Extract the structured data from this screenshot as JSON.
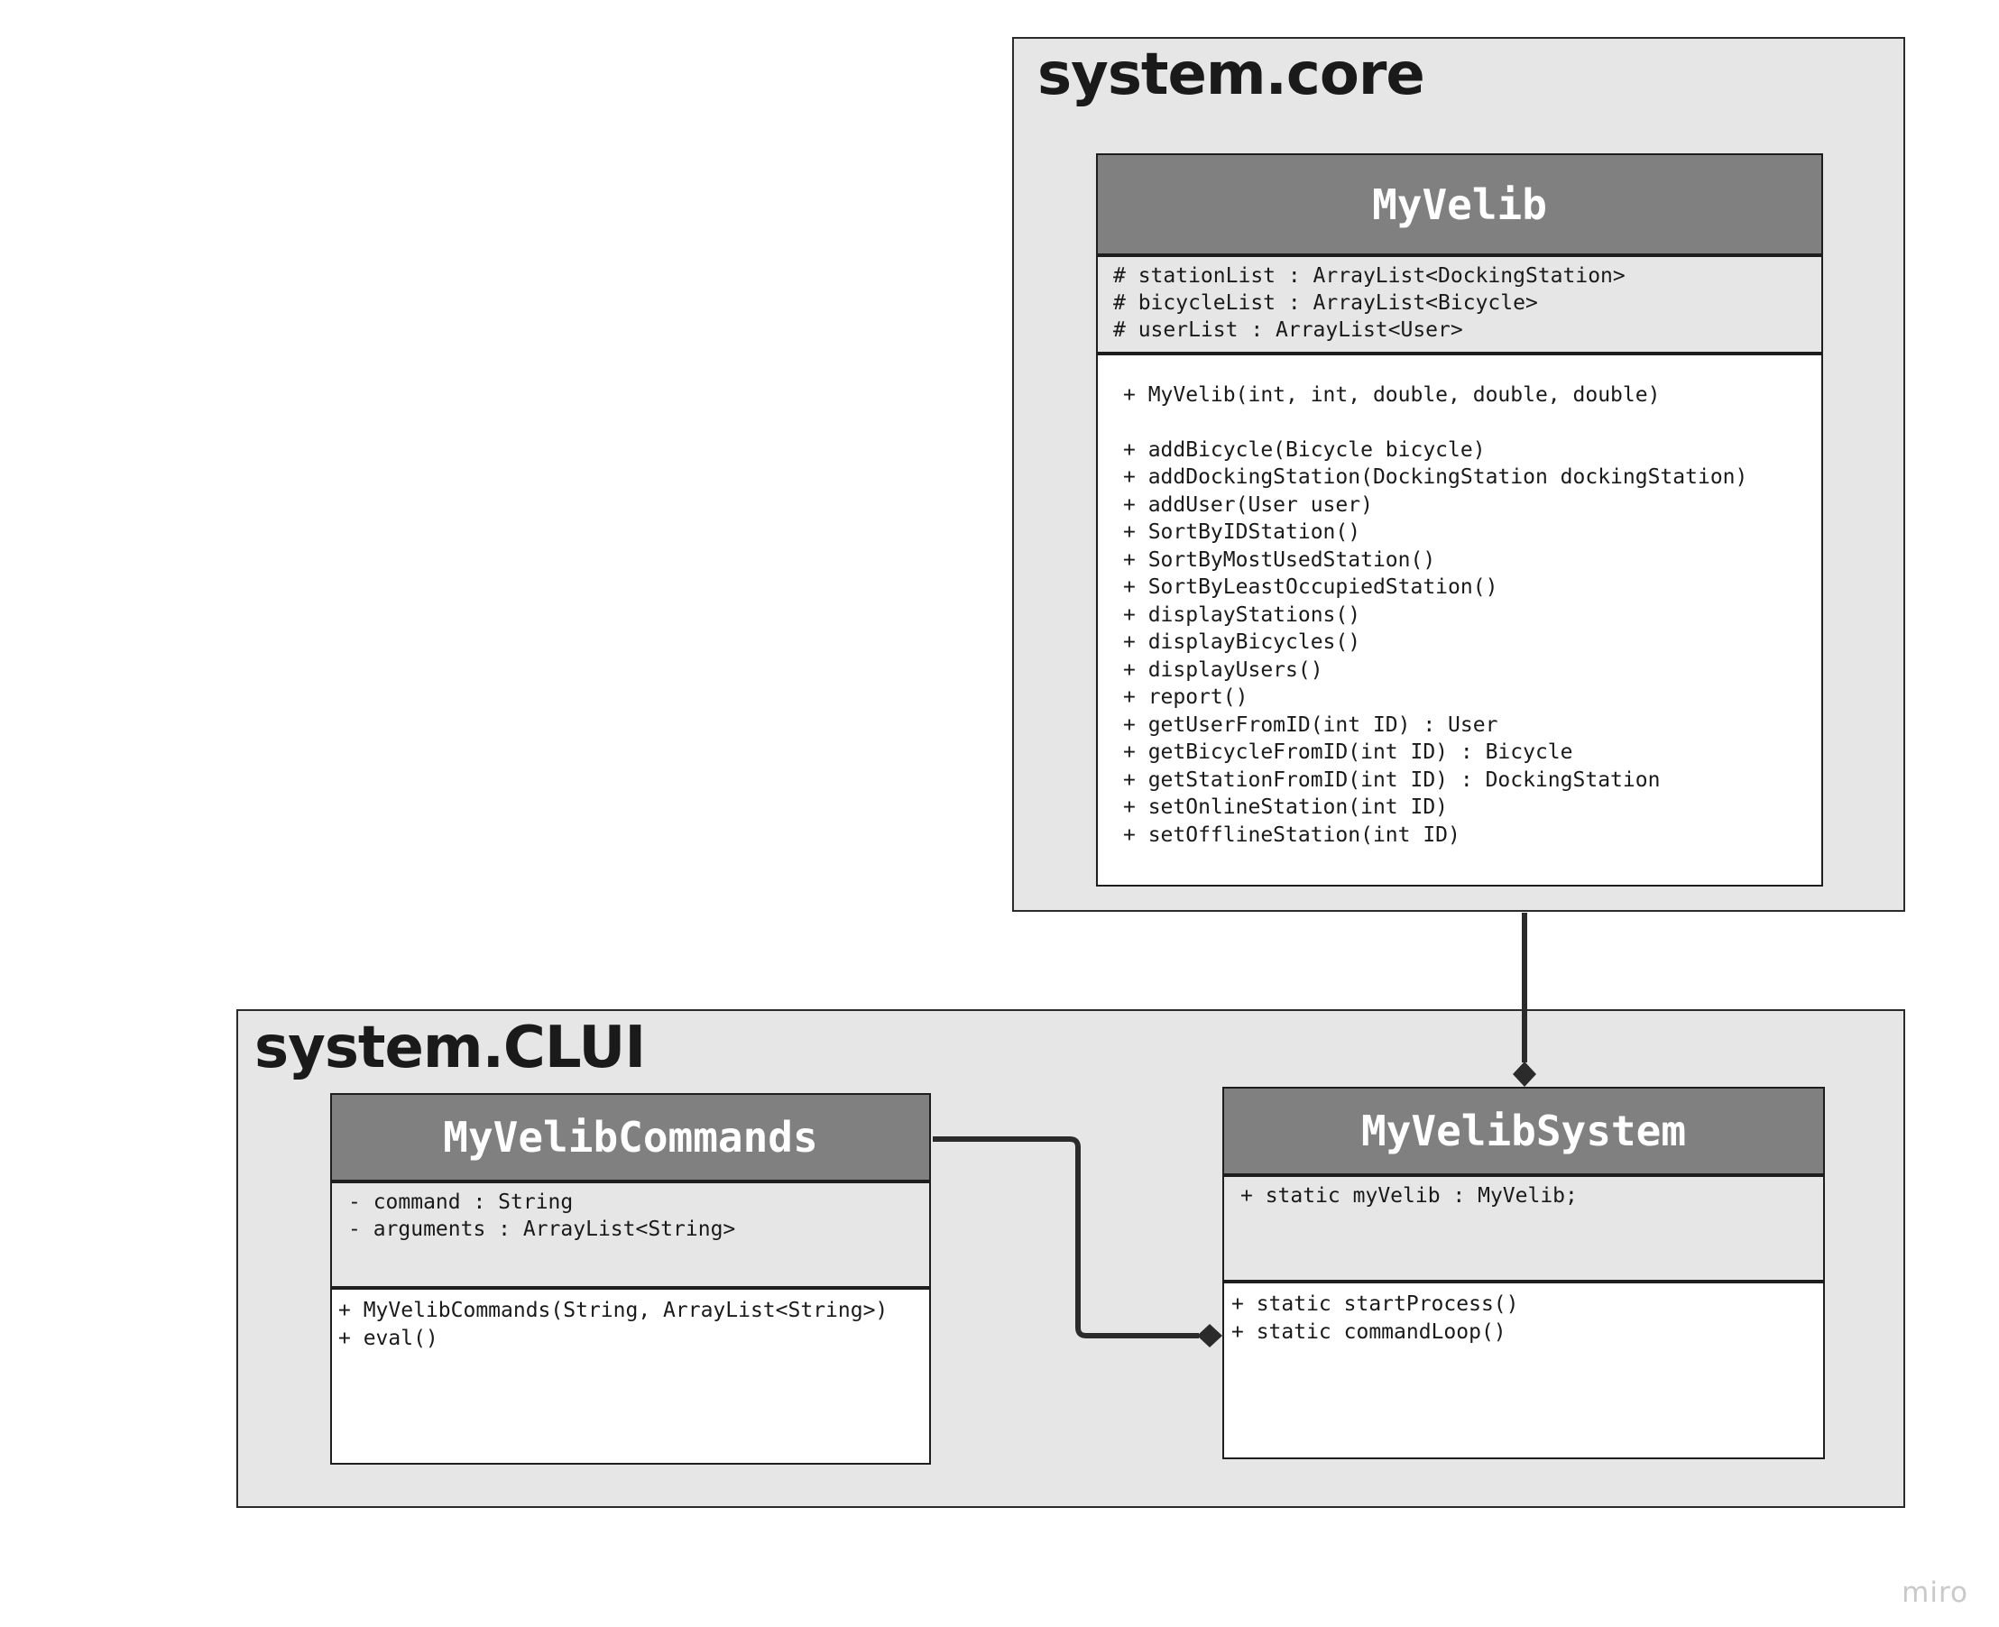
{
  "packages": {
    "core": {
      "title": "system.core"
    },
    "clui": {
      "title": "system.CLUI"
    }
  },
  "classes": {
    "myvelib": {
      "name": "MyVelib",
      "attributes": [
        "# stationList : ArrayList<DockingStation>",
        "# bicycleList : ArrayList<Bicycle>",
        "# userList : ArrayList<User>"
      ],
      "constructor": "+ MyVelib(int, int, double, double, double)",
      "methods": [
        "+ addBicycle(Bicycle bicycle)",
        "+ addDockingStation(DockingStation dockingStation)",
        "+ addUser(User user)",
        "+ SortByIDStation()",
        "+ SortByMostUsedStation()",
        "+ SortByLeastOccupiedStation()",
        "+ displayStations()",
        "+ displayBicycles()",
        "+ displayUsers()",
        "+ report()",
        "+ getUserFromID(int ID) : User",
        "+ getBicycleFromID(int ID) : Bicycle",
        "+ getStationFromID(int ID) : DockingStation",
        "+ setOnlineStation(int ID)",
        "+ setOfflineStation(int ID)"
      ]
    },
    "myvelibcommands": {
      "name": "MyVelibCommands",
      "attributes": [
        "- command : String",
        "- arguments : ArrayList<String>"
      ],
      "methods": [
        "+ MyVelibCommands(String, ArrayList<String>)",
        "+ eval()"
      ]
    },
    "myvelibsystem": {
      "name": "MyVelibSystem",
      "attributes": [
        "+ static myVelib : MyVelib;"
      ],
      "methods": [
        "+ static startProcess()",
        "+ static commandLoop()"
      ]
    }
  },
  "relations": [
    {
      "from": "MyVelib",
      "to": "MyVelibSystem",
      "type": "composition"
    },
    {
      "from": "MyVelibCommands",
      "to": "MyVelibSystem",
      "type": "composition"
    }
  ],
  "colors": {
    "package_fill": "#e6e6e6",
    "header_fill": "#808080",
    "line": "#2b2b2b"
  },
  "watermark": "miro"
}
